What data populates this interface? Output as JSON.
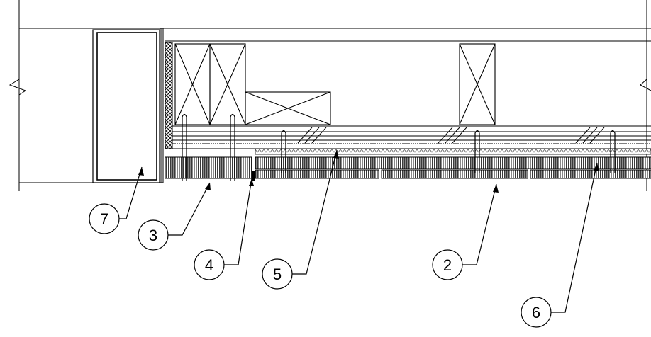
{
  "colors": {
    "line": "#000000",
    "paper": "#ffffff",
    "hatch": "#3a3a3a",
    "insulation": "#555555"
  },
  "callouts": [
    {
      "id": "callout-7",
      "label": "7"
    },
    {
      "id": "callout-3",
      "label": "3"
    },
    {
      "id": "callout-4",
      "label": "4"
    },
    {
      "id": "callout-5",
      "label": "5"
    },
    {
      "id": "callout-2",
      "label": "2"
    },
    {
      "id": "callout-6",
      "label": "6"
    }
  ]
}
